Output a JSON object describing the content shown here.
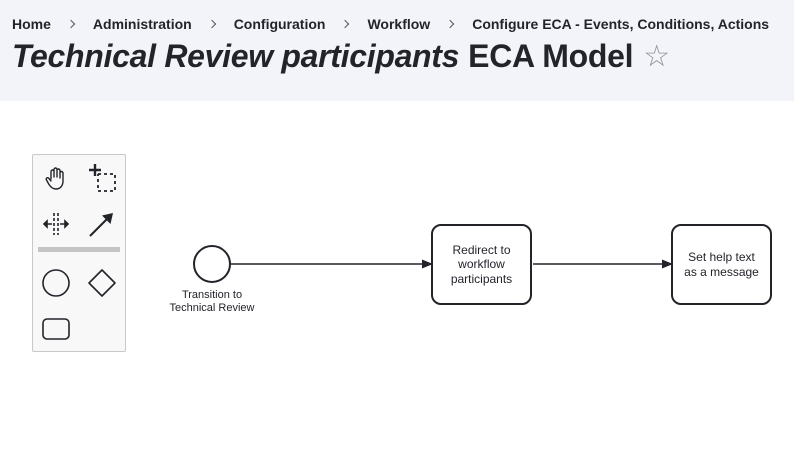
{
  "breadcrumb": {
    "items": [
      {
        "label": "Home"
      },
      {
        "label": "Administration"
      },
      {
        "label": "Configuration"
      },
      {
        "label": "Workflow"
      },
      {
        "label": "Configure ECA - Events, Conditions, Actions"
      }
    ]
  },
  "page": {
    "title_emphasis": "Technical Review participants",
    "title_rest": "ECA Model",
    "favorite_icon": "star-outline-icon"
  },
  "palette": {
    "tools": [
      {
        "name": "hand-tool-icon"
      },
      {
        "name": "lasso-tool-icon"
      },
      {
        "name": "space-tool-icon"
      },
      {
        "name": "global-connect-tool-icon"
      },
      {
        "name": "create-event-icon"
      },
      {
        "name": "create-gateway-icon"
      },
      {
        "name": "create-task-icon"
      }
    ]
  },
  "diagram": {
    "start_event": {
      "label_line1": "Transition to",
      "label_line2": "Technical Review"
    },
    "tasks": [
      {
        "label_line1": "Redirect to",
        "label_line2": "workflow",
        "label_line3": "participants"
      },
      {
        "label_line1": "Set help text",
        "label_line2": "as a message"
      }
    ]
  }
}
